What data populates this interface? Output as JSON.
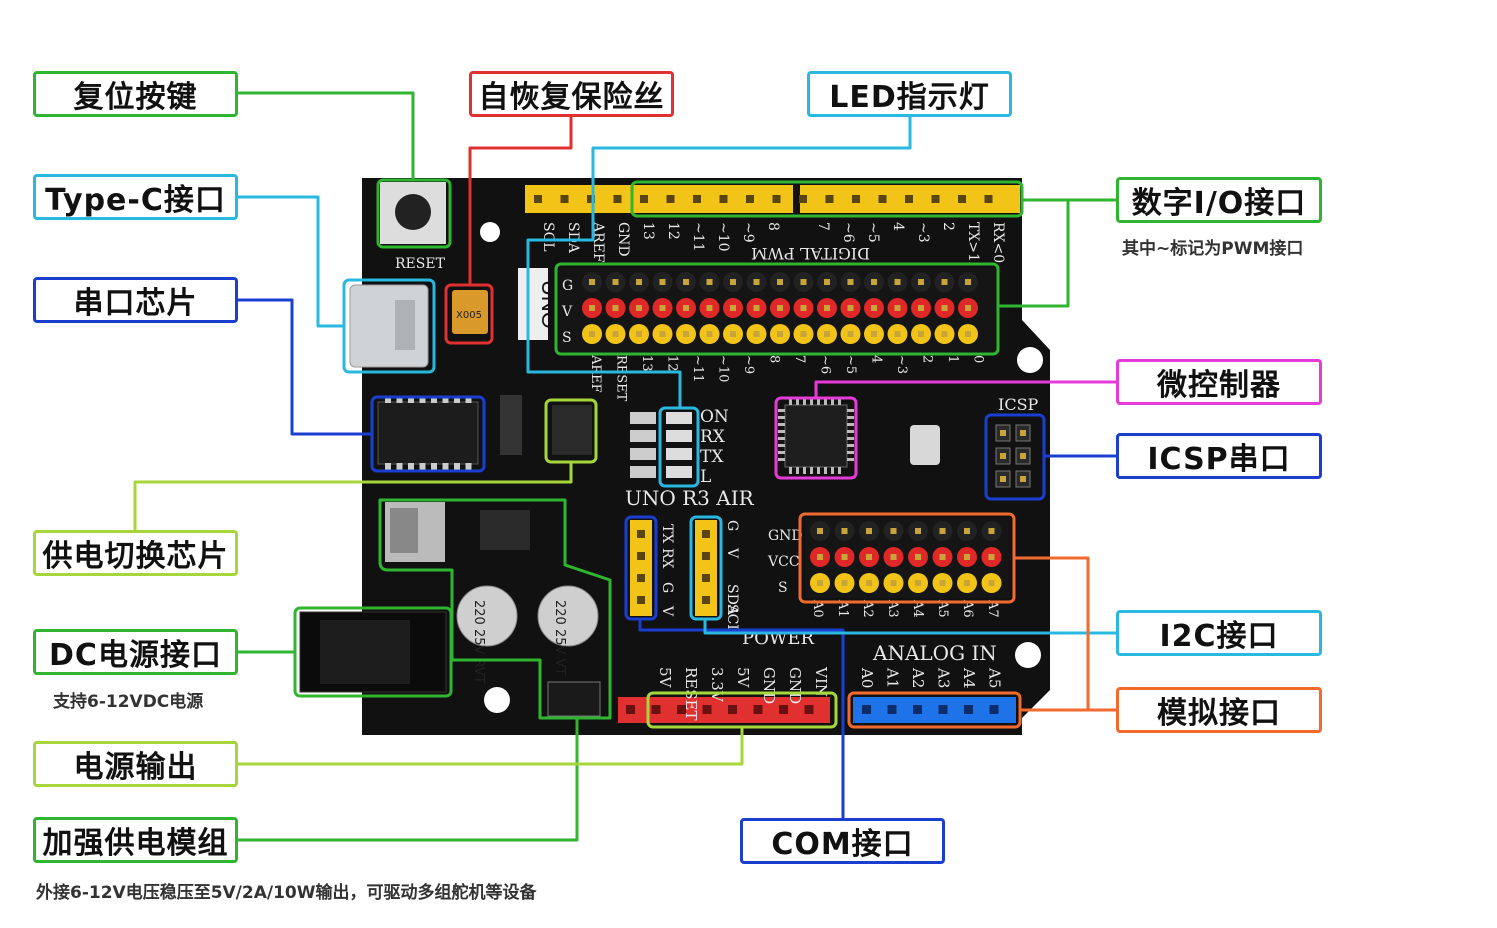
{
  "colors": {
    "green": "#2fb52f",
    "red": "#e03030",
    "cyan": "#29b8e0",
    "blue": "#1a3fd0",
    "lime": "#a7d63a",
    "magenta": "#e83ad8",
    "orange": "#f26a2e",
    "pcb": "#111111"
  },
  "callouts": {
    "reset": "复位按键",
    "fuse": "自恢复保险丝",
    "led": "LED指示灯",
    "typec": "Type-C接口",
    "serial_chip": "串口芯片",
    "digital_io": "数字I/O接口",
    "digital_io_note": "其中~标记为PWM接口",
    "mcu": "微控制器",
    "icsp": "ICSP串口",
    "power_switch": "供电切换芯片",
    "dc_power": "DC电源接口",
    "dc_power_note": "支持6-12VDC电源",
    "power_out": "电源输出",
    "boost_module": "加强供电模组",
    "boost_note": "外接6-12V电压稳压至5V/2A/10W输出，可驱动多组舵机等设备",
    "i2c": "I2C接口",
    "analog": "模拟接口",
    "com": "COM接口"
  },
  "board_silk": {
    "reset": "RESET",
    "uno_r3_air": "UNO R3 AIR",
    "uno": "UNO",
    "digital_pwm": "DIGITAL PWM",
    "icsp": "ICSP",
    "power": "POWER",
    "analog_in": "ANALOG IN",
    "on": "ON",
    "rx": "RX",
    "tx": "TX",
    "l": "L",
    "fuse_code": "X005",
    "cap1": "220 25V RVT",
    "cap2": "220 25V VT",
    "gnd": "GND",
    "vcc": "VCC",
    "s": "S",
    "g": "G",
    "v": "V",
    "com_pins": [
      "V",
      "G",
      "RX",
      "TX"
    ],
    "i2c_pins": [
      "SCL",
      "SDA",
      "V",
      "G"
    ],
    "top_left_pins": [
      "SCL",
      "SDA",
      "AREF",
      "GND",
      "13",
      "12",
      "~11",
      "~10",
      "~9",
      "8"
    ],
    "top_right_pins": [
      "7",
      "~6",
      "~5",
      "4",
      "~3",
      "2",
      "TX>1",
      "RX<0"
    ],
    "power_pins": [
      "5V",
      "RESET",
      "3.3V",
      "5V",
      "GND",
      "GND",
      "VIN"
    ],
    "analog_pins": [
      "A0",
      "A1",
      "A2",
      "A3",
      "A4",
      "A5"
    ],
    "analog_row_pins": [
      "A0",
      "A1",
      "A2",
      "A3",
      "A4",
      "A5",
      "A6",
      "A7"
    ]
  }
}
